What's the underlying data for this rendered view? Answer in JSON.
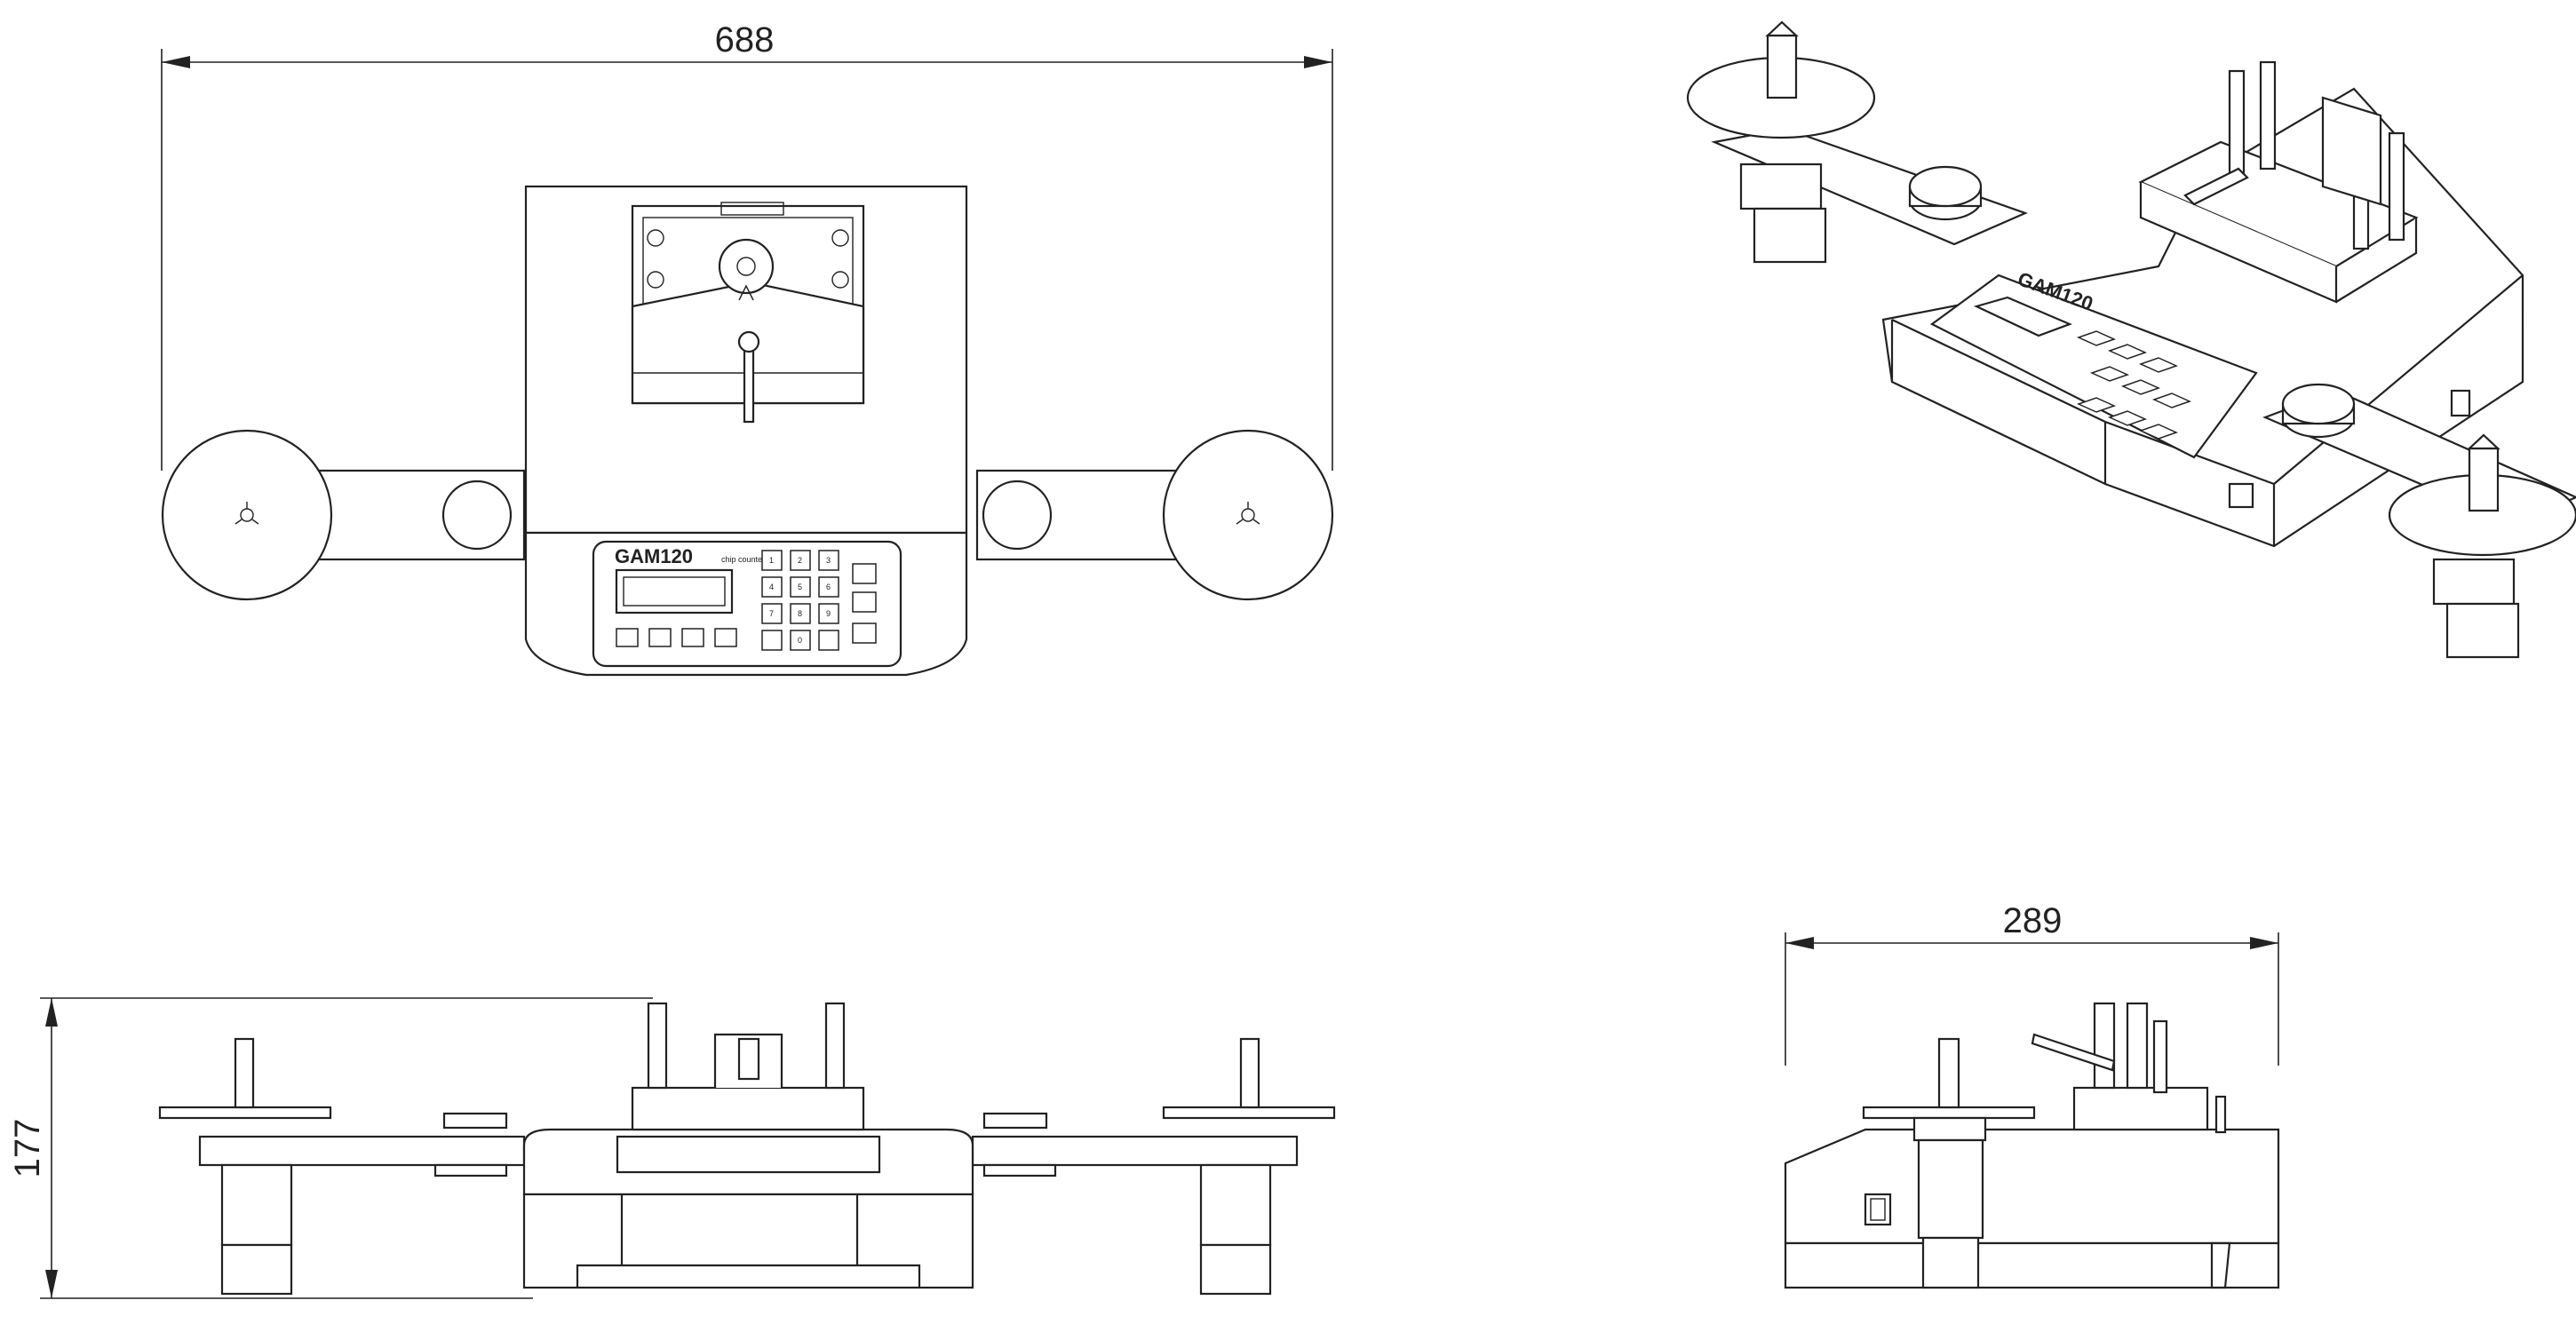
{
  "dimensions": {
    "width_label": "688",
    "height_label": "177",
    "depth_label": "289"
  },
  "device": {
    "brand_label": "GAM120",
    "subtitle": "chip counter"
  },
  "keypad": {
    "keys": [
      "1",
      "2",
      "3",
      "4",
      "5",
      "6",
      "7",
      "8",
      "9",
      "0"
    ]
  }
}
